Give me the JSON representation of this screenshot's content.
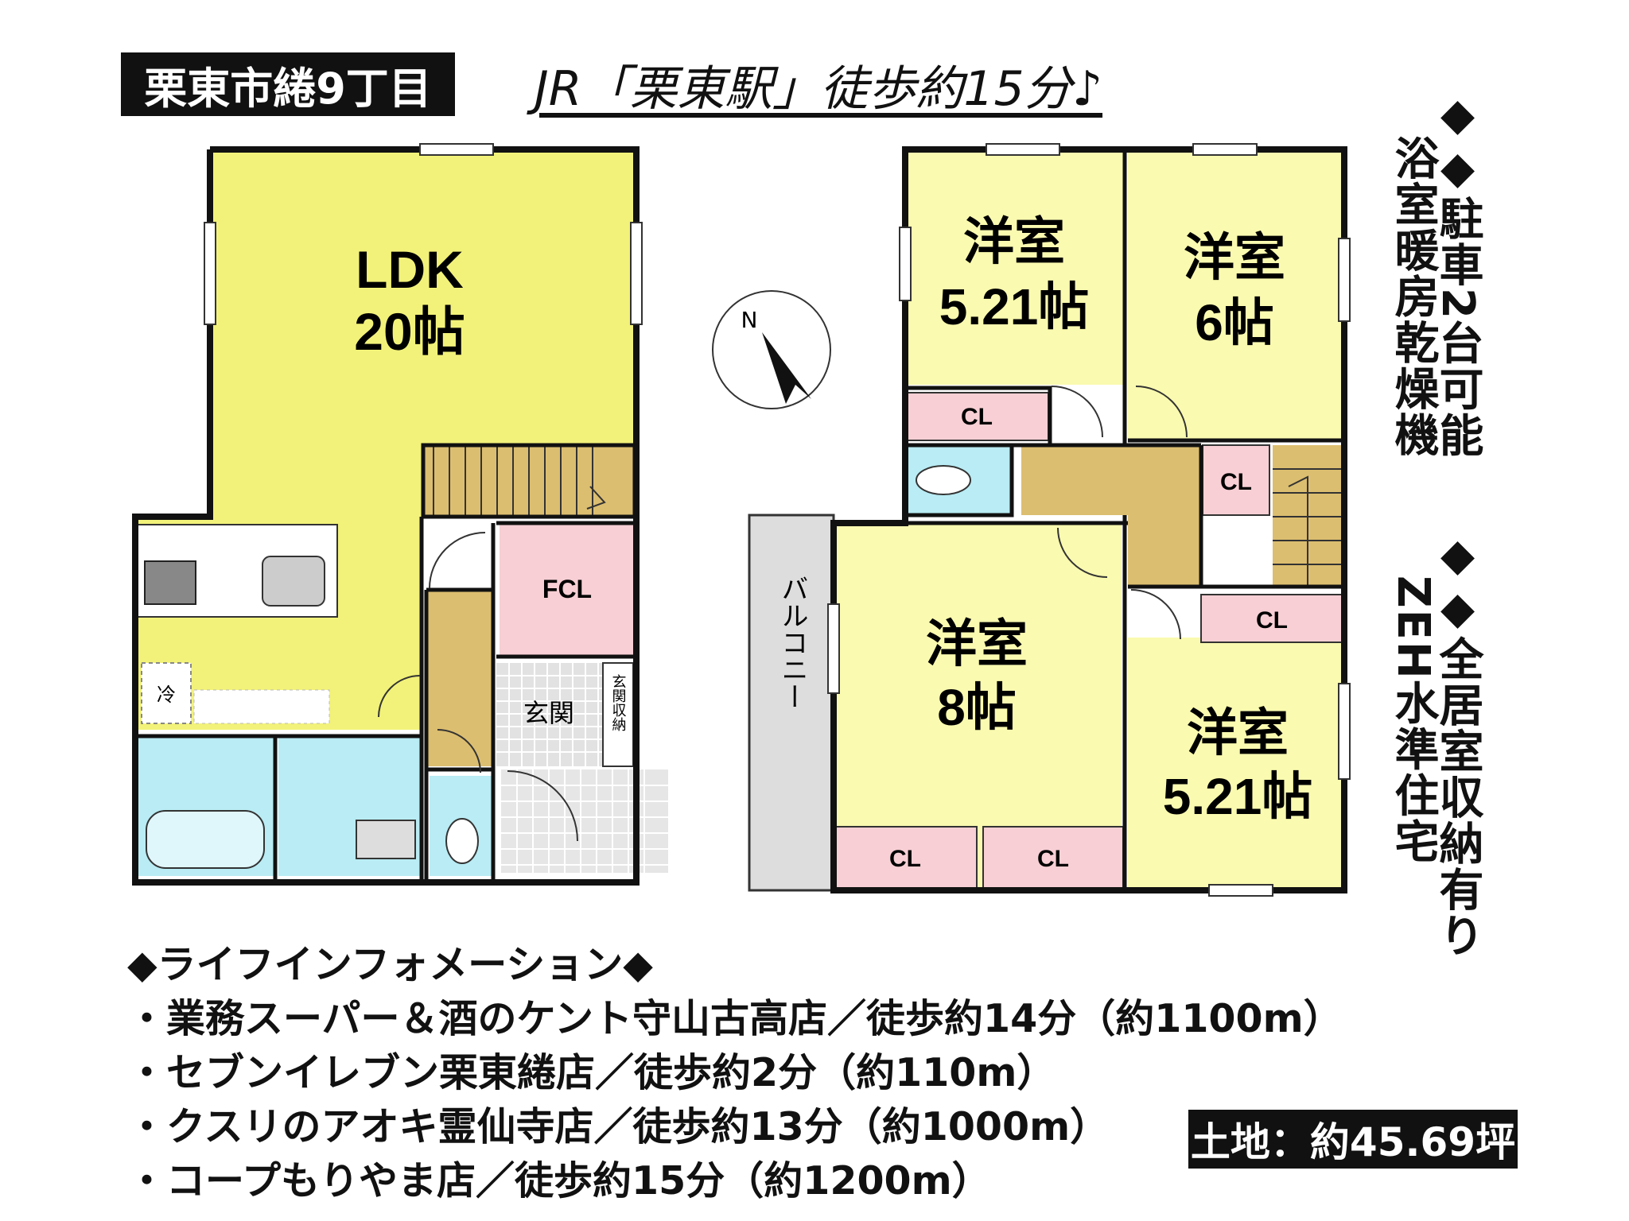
{
  "header": {
    "address": "栗東市綣9丁目",
    "station": "JR「栗東駅」徒歩約15分♪"
  },
  "floor_plan": {
    "first_floor": {
      "ldk_name": "LDK",
      "ldk_size": "20帖",
      "fcl": "FCL",
      "entrance": "玄関",
      "entrance_storage": "玄関収納",
      "fridge": "冷"
    },
    "second_floor": {
      "room_a": {
        "name": "洋室",
        "size": "5.21帖"
      },
      "room_b": {
        "name": "洋室",
        "size": "6帖"
      },
      "room_c": {
        "name": "洋室",
        "size": "8帖"
      },
      "room_d": {
        "name": "洋室",
        "size": "5.21帖"
      },
      "closet": "CL",
      "balcony": "バルコニー"
    },
    "compass": "N"
  },
  "features": {
    "line1": "◆◆駐車2台可能",
    "line1b": "浴室暖房乾燥機",
    "line2": "◆◆全居室収納有り",
    "line2b": "ZEH水準住宅"
  },
  "life_info": {
    "heading": "◆ライフインフォメーション◆",
    "items": [
      "・業務スーパー＆酒のケント守山古高店／徒歩約14分（約1100m）",
      "・セブンイレブン栗東綣店／徒歩約2分（約110m）",
      "・クスリのアオキ霊仙寺店／徒歩約13分（約1000m）",
      "・コープもりやま店／徒歩約15分（約1200m）"
    ]
  },
  "land": {
    "label": "土地：約45.69坪"
  },
  "colors": {
    "room_yellow": "#fafab0",
    "ldk_yellow": "#f2f27a",
    "hall_tan": "#dcbe70",
    "closet_pink": "#f7cfd4",
    "wet_blue": "#b9ecf4",
    "wall": "#111111"
  }
}
